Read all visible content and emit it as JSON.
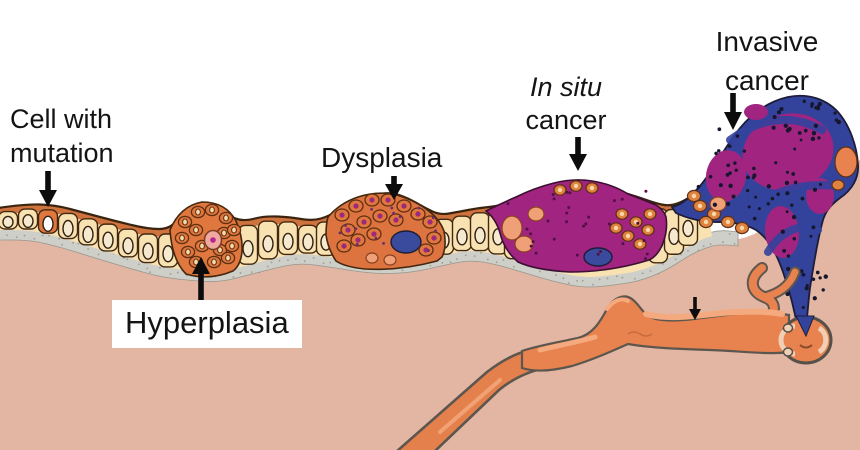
{
  "labels": {
    "mutation": {
      "line1": "Cell with",
      "line2": "mutation"
    },
    "hyperplasia": {
      "line1": "Hyperplasia"
    },
    "dysplasia": {
      "line1": "Dysplasia"
    },
    "insitu": {
      "line1": "In situ",
      "line2": "cancer"
    },
    "invasive": {
      "line1": "Invasive",
      "line2": "cancer"
    }
  },
  "colors": {
    "background": "#ffffff",
    "tissue_pink": "#e2b6a3",
    "basement_membrane_gray": "#cfcfc9",
    "membrane_stipple": "#9d9d94",
    "epithelium_cream": "#f8e2b2",
    "cell_nucleus_cream": "#f5ead0",
    "cell_outline_brown": "#42280f",
    "orange_cell": "#e0773e",
    "orange_fringe": "#cc6d38",
    "orange_cell_outline": "#5f2f12",
    "salmon_cell": "#efa077",
    "hyperplasia_pink_cell": "#efa9a2",
    "in_situ_magenta": "#a02480",
    "magenta_dot": "#521047",
    "cancer_blue": "#33439c",
    "blue_outline": "#1d1d38",
    "vessel_orange": "#e8824e",
    "vessel_highlight": "#f4aa7e",
    "vessel_inner_cream": "#f0d0b5",
    "vessel_outline": "#60584e",
    "arrow_black": "#0c0c0c"
  }
}
